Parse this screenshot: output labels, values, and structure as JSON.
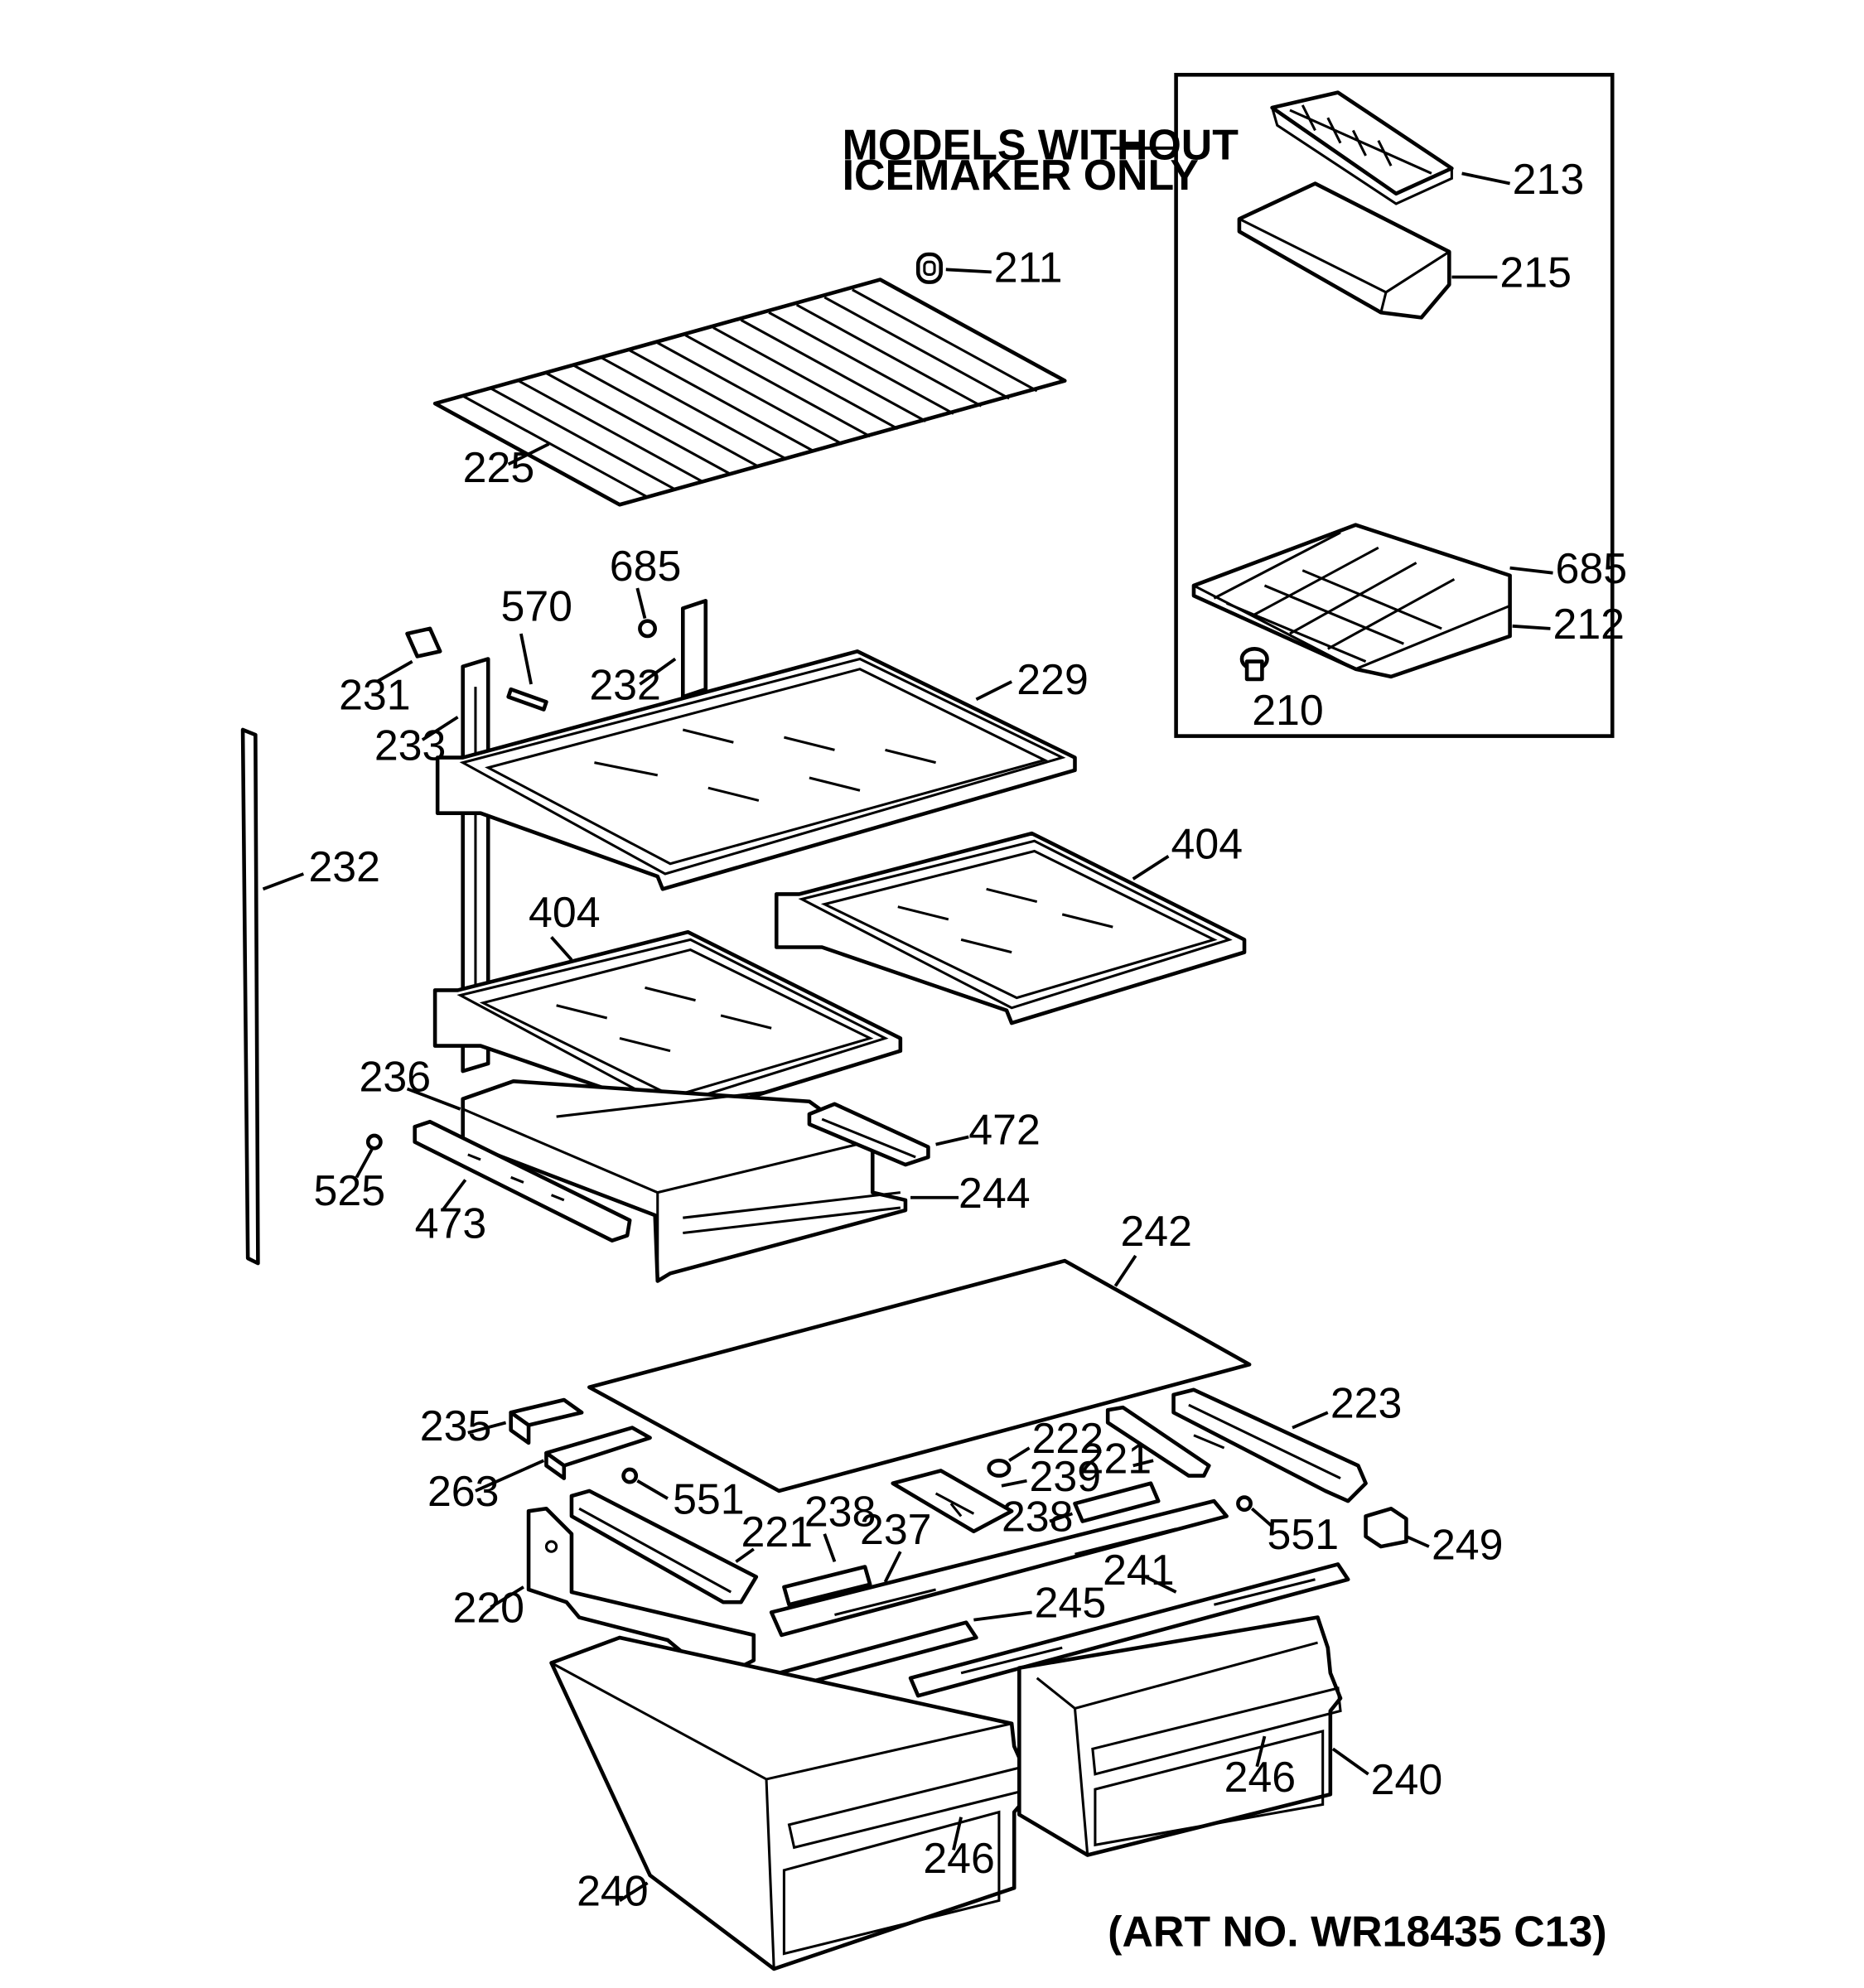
{
  "header": {
    "inset_title_line1": "MODELS WITHOUT",
    "inset_title_line2": "ICEMAKER ONLY"
  },
  "footer": {
    "art_number": "(ART NO. WR18435 C13)"
  },
  "labels": {
    "p211": "211",
    "p213": "213",
    "p215": "215",
    "p225": "225",
    "p685a": "685",
    "p685b": "685",
    "p212": "212",
    "p210": "210",
    "p570": "570",
    "p231": "231",
    "p232a": "232",
    "p229": "229",
    "p233": "233",
    "p232b": "232",
    "p404a": "404",
    "p404b": "404",
    "p236": "236",
    "p472": "472",
    "p525": "525",
    "p473": "473",
    "p244": "244",
    "p242": "242",
    "p235": "235",
    "p223": "223",
    "p222": "222",
    "p263": "263",
    "p239": "239",
    "p221a": "221",
    "p551a": "551",
    "p238a": "238",
    "p238b": "238",
    "p221b": "221",
    "p237": "237",
    "p551b": "551",
    "p249": "249",
    "p220": "220",
    "p241": "241",
    "p245": "245",
    "p246a": "246",
    "p246b": "246",
    "p240a": "240",
    "p240b": "240"
  }
}
